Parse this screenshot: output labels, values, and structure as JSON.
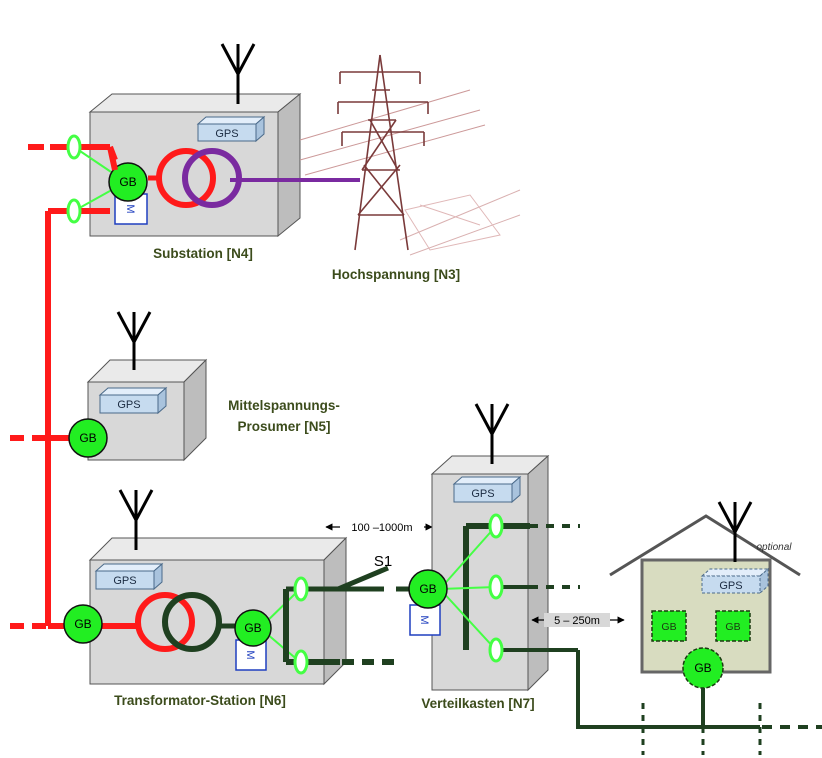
{
  "labels": {
    "substation": "Substation [N4]",
    "hochspannung": "Hochspannung [N3]",
    "mittelspannung_line1": "Mittelspannungs-",
    "mittelspannung_line2": "Prosumer [N5]",
    "transformator": "Transformator-Station [N6]",
    "verteilkasten": "Verteilkasten [N7]"
  },
  "gps_label": "GPS",
  "gb_label": "GB",
  "meter_label": "M",
  "switch_label": "S1",
  "optional_label": "optional",
  "distances": {
    "short": "100 –1000m",
    "house": "5 – 250m"
  },
  "colors": {
    "mv_line": "#ff1a1a",
    "lv_line": "#1f4020",
    "hv_line": "#7a2aa0",
    "gb_fill": "#22ee22",
    "sensor": "#44ff44",
    "box_fill": "#d8d8d8",
    "house_fill": "#d8dcc0",
    "gps_fill": "#c6dbef"
  },
  "icons": [
    "antenna-icon",
    "pylon-icon",
    "house-icon",
    "meter-icon",
    "switch-icon"
  ]
}
